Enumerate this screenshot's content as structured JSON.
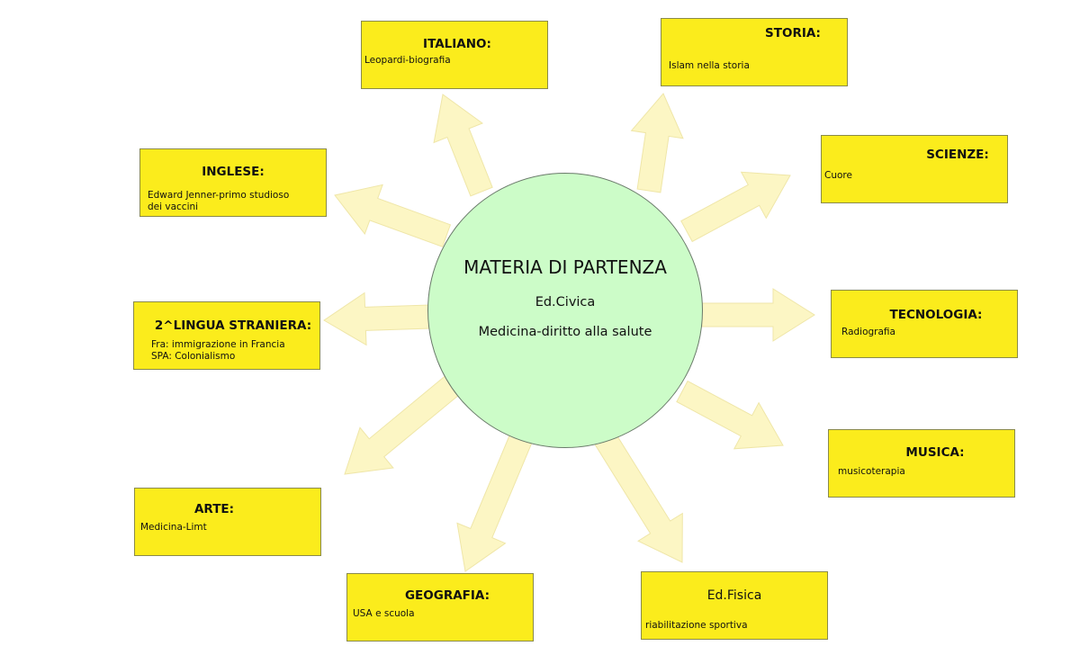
{
  "center": {
    "title": "MATERIA DI PARTENZA",
    "subject": "Ed.Civica",
    "topic": "Medicina-diritto alla salute"
  },
  "subjects": [
    {
      "id": "italiano",
      "title": "ITALIANO:",
      "lines": [
        "Leopardi-biografia"
      ]
    },
    {
      "id": "storia",
      "title": "STORIA:",
      "lines": [
        "Islam nella storia"
      ]
    },
    {
      "id": "inglese",
      "title": "INGLESE:",
      "lines": [
        "Edward Jenner-primo studioso",
        "dei vaccini"
      ]
    },
    {
      "id": "scienze",
      "title": "SCIENZE:",
      "lines": [
        "Cuore"
      ]
    },
    {
      "id": "lingua2",
      "title": "2^LINGUA STRANIERA:",
      "lines": [
        "Fra: immigrazione in Francia",
        "SPA: Colonialismo"
      ]
    },
    {
      "id": "tecnologia",
      "title": "TECNOLOGIA:",
      "lines": [
        "Radiografia"
      ]
    },
    {
      "id": "arte",
      "title": "ARTE:",
      "lines": [
        "Medicina-Limt"
      ]
    },
    {
      "id": "musica",
      "title": "MUSICA:",
      "lines": [
        "musicoterapia"
      ]
    },
    {
      "id": "geografia",
      "title": "GEOGRAFIA:",
      "lines": [
        "USA e scuola"
      ]
    },
    {
      "id": "edfisica",
      "title": "Ed.Fisica",
      "lines": [
        "riabilitazione sportiva"
      ]
    }
  ],
  "colors": {
    "box_fill": "#fbec1c",
    "center_fill": "#ccfcc8",
    "arrow_fill": "#fcf6c4"
  }
}
